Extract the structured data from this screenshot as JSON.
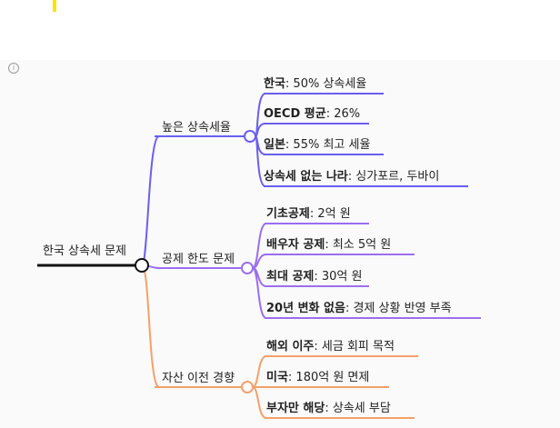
{
  "root": {
    "label": "한국 상속세 문제"
  },
  "branches": [
    {
      "label": "높은 상속세율",
      "color": "#6a5ef0",
      "leaves": [
        {
          "bold": "한국",
          "text": ": 50% 상속세율"
        },
        {
          "bold": "OECD 평균",
          "text": ": 26%"
        },
        {
          "bold": "일본",
          "text": ": 55% 최고 세율"
        },
        {
          "bold": "상속세 없는 나라",
          "text": ": 싱가포르, 두바이"
        }
      ]
    },
    {
      "label": "공제 한도 문제",
      "color": "#9b6ef0",
      "leaves": [
        {
          "bold": "기초공제",
          "text": ": 2억 원"
        },
        {
          "bold": "배우자 공제",
          "text": ": 최소 5억 원"
        },
        {
          "bold": "최대 공제",
          "text": ": 30억 원"
        },
        {
          "bold": "20년 변화 없음",
          "text": ": 경제 상황 반영 부족"
        }
      ]
    },
    {
      "label": "자산 이전 경향",
      "color": "#f4a06a",
      "leaves": [
        {
          "bold": "해외 이주",
          "text": ": 세금 회피 목적"
        },
        {
          "bold": "미국",
          "text": ": 180억 원 면제"
        },
        {
          "bold": "부자만 해당",
          "text": ": 상속세 부담"
        }
      ]
    }
  ],
  "icons": {
    "info": "info-icon"
  }
}
